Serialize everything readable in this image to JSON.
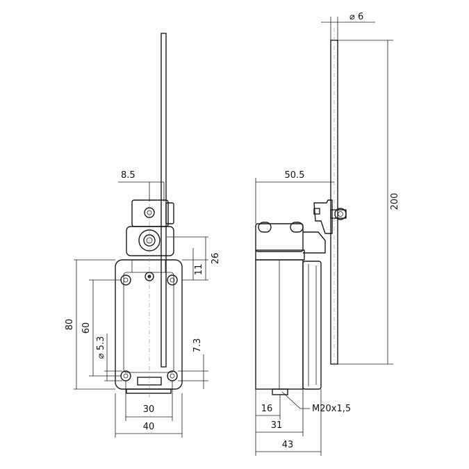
{
  "drawing": {
    "front_view": {
      "dim_lever_offset": "8.5",
      "dim_height_to_roller": "26",
      "dim_height_to_cam": "11",
      "dim_body_height": "80",
      "dim_hole_spacing_vertical": "60",
      "dim_hole_diameter": "⌀ 5.3",
      "dim_hole_offset": "7.3",
      "dim_hole_spacing_horizontal": "30",
      "dim_body_width": "40"
    },
    "side_view": {
      "dim_rod_diameter": "⌀ 6",
      "dim_lever_reach": "50.5",
      "dim_rod_length": "200",
      "dim_thread_offset": "16",
      "dim_body_depth_inner": "31",
      "dim_body_depth": "43",
      "thread_label": "M20x1,5"
    }
  }
}
